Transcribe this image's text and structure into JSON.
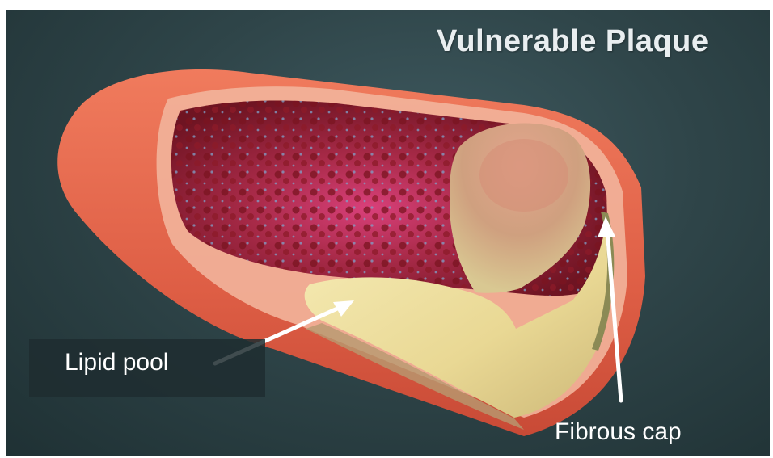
{
  "title": "Vulnerable Plaque",
  "labels": {
    "lipid_pool": "Lipid pool",
    "fibrous_cap": "Fibrous cap"
  },
  "colors": {
    "background": "#2f4549",
    "artery_outer": "#e36a4f",
    "artery_wall_band": "#f1b39a",
    "lumen": "#a3263a",
    "lipid": "#f0e3a3",
    "plaque_top": "#d89a80",
    "arrow": "#ffffff"
  }
}
